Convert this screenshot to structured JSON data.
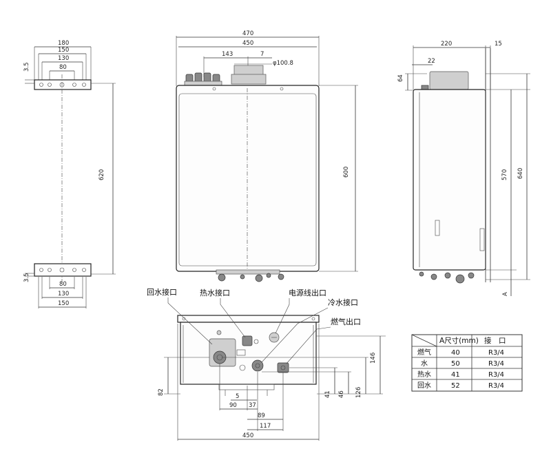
{
  "dimensions": {
    "bracket_top": {
      "w180": "180",
      "w150": "150",
      "w130": "130",
      "w80": "80",
      "h35": "3.5"
    },
    "bracket_span": "620",
    "bracket_bottom": {
      "h35": "3.5",
      "w80": "80",
      "w130": "130",
      "w150": "150"
    },
    "front": {
      "w470": "470",
      "w450": "450",
      "w143": "143",
      "w7": "7",
      "flue": "φ100.8",
      "h600": "600"
    },
    "side": {
      "w220": "220",
      "w15": "15",
      "w22": "22",
      "h64": "64",
      "h570": "570",
      "h640": "640",
      "a": "A"
    },
    "bottom": {
      "w5": "5",
      "w90": "90",
      "w37": "37",
      "w89": "89",
      "w117": "117",
      "w450": "450",
      "h82": "82",
      "h41": "41",
      "h46": "46",
      "h126": "126",
      "h146": "146"
    }
  },
  "labels": {
    "return": "回水接口",
    "hot": "热水接口",
    "power": "电源线出口",
    "cold": "冷水接口",
    "gas": "燃气出口"
  },
  "table": {
    "col1": "A尺寸(mm)",
    "col2": "接　口",
    "rows": [
      {
        "name": "燃气",
        "a": "40",
        "conn": "R3/4"
      },
      {
        "name": "水",
        "a": "50",
        "conn": "R3/4"
      },
      {
        "name": "热水",
        "a": "41",
        "conn": "R3/4"
      },
      {
        "name": "回水",
        "a": "52",
        "conn": "R3/4"
      }
    ]
  }
}
